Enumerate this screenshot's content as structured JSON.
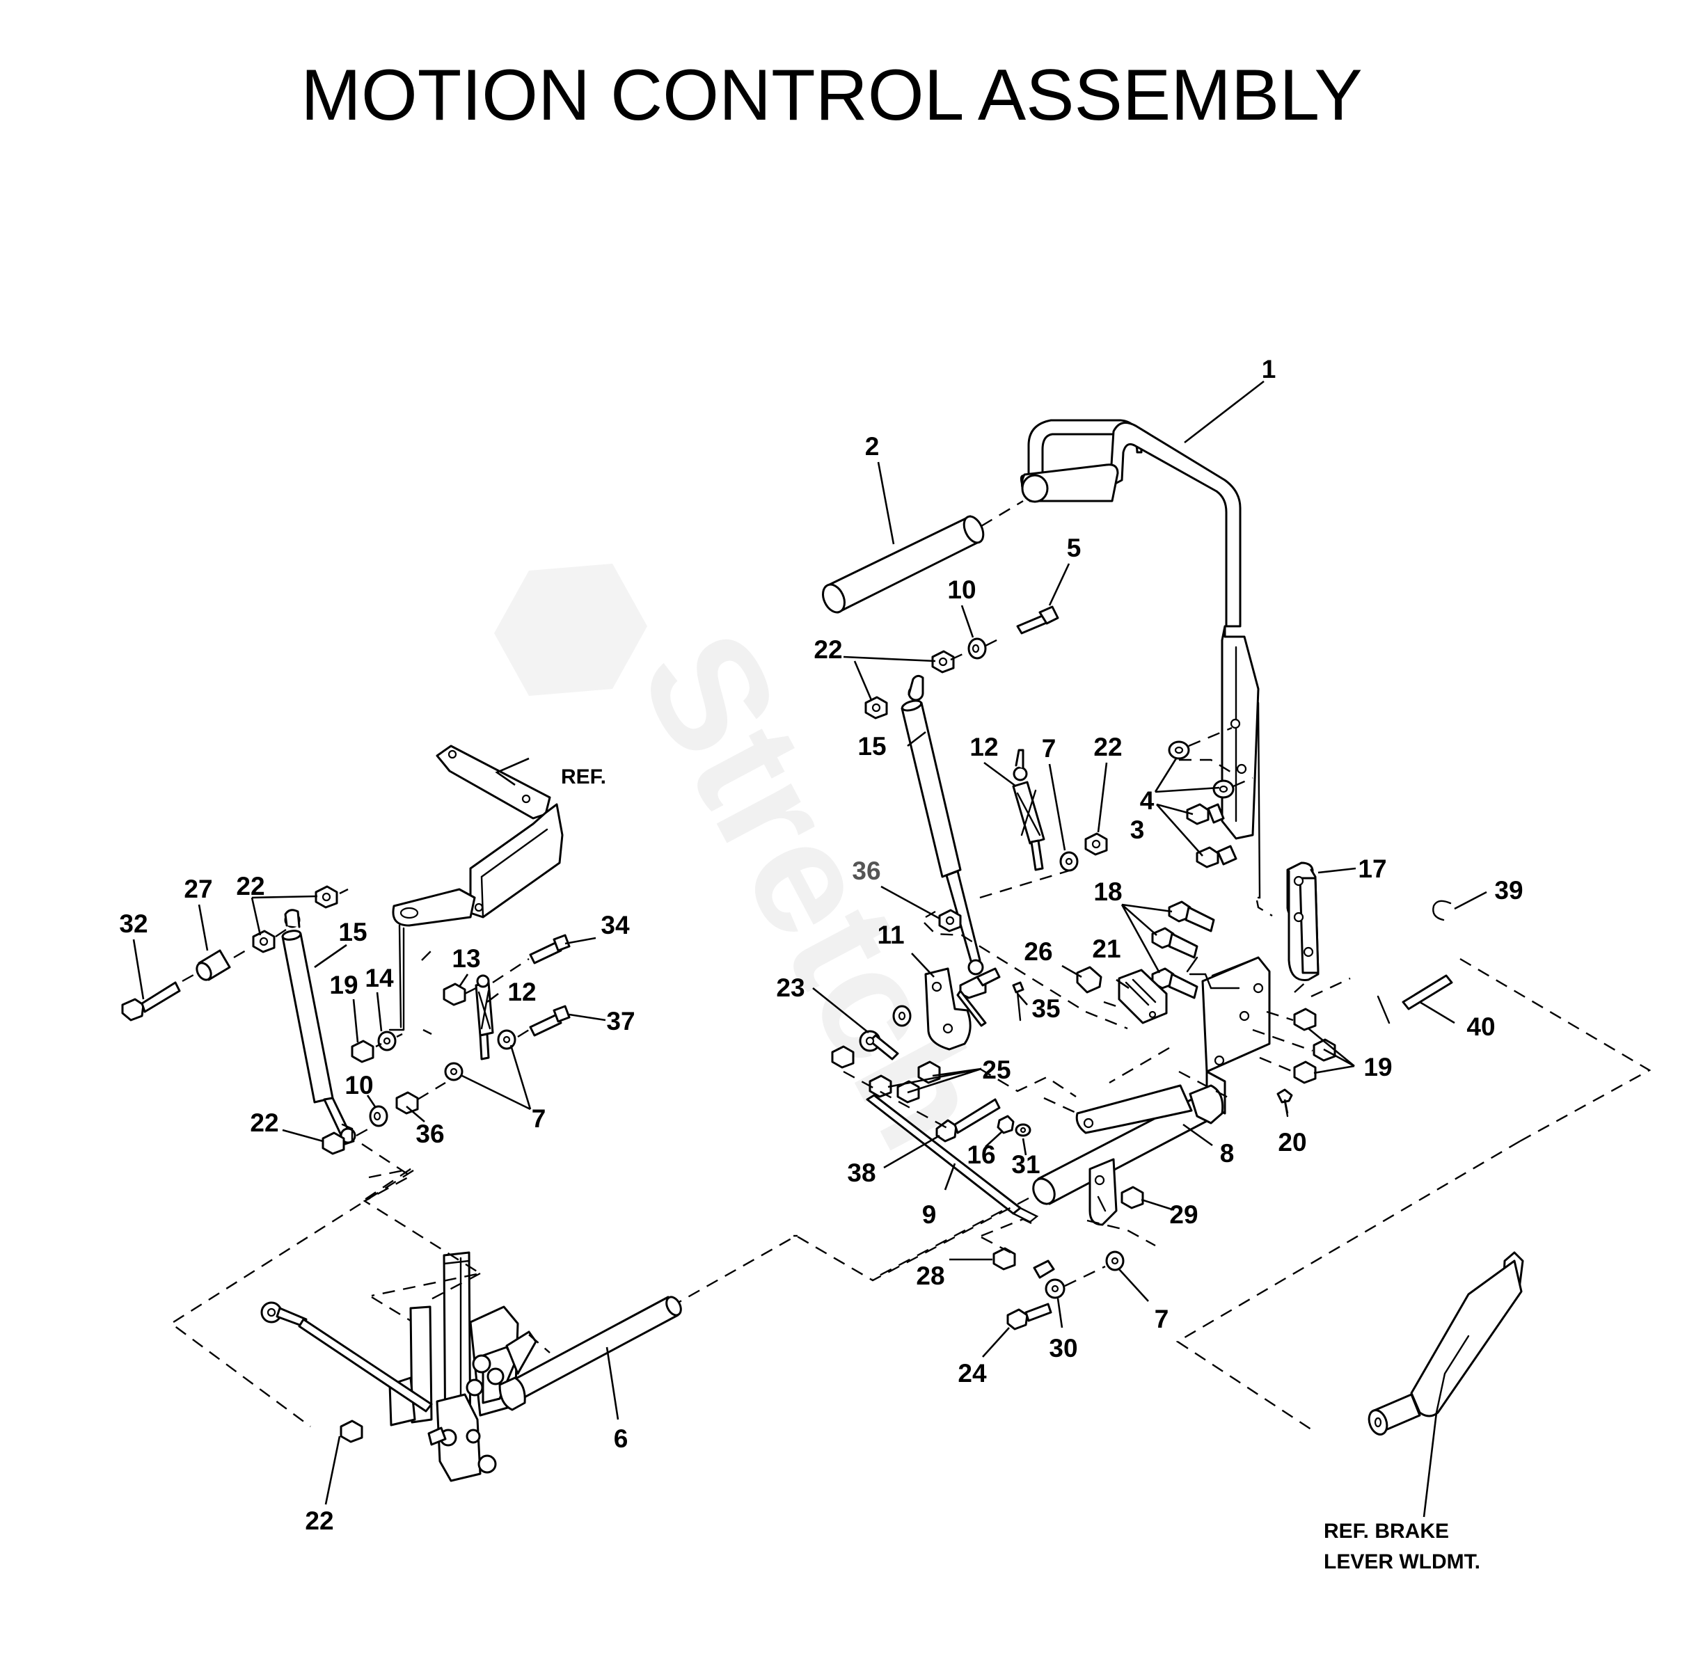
{
  "title": "MOTION CONTROL ASSEMBLY",
  "watermark": "Stretch",
  "callouts": [
    {
      "id": "c1",
      "label": "1"
    },
    {
      "id": "c2",
      "label": "2"
    },
    {
      "id": "c5",
      "label": "5"
    },
    {
      "id": "c10a",
      "label": "10"
    },
    {
      "id": "c22a",
      "label": "22"
    },
    {
      "id": "c15a",
      "label": "15"
    },
    {
      "id": "c12a",
      "label": "12"
    },
    {
      "id": "c7a",
      "label": "7"
    },
    {
      "id": "c22b",
      "label": "22"
    },
    {
      "id": "c4",
      "label": "4"
    },
    {
      "id": "c3",
      "label": "3"
    },
    {
      "id": "c17",
      "label": "17"
    },
    {
      "id": "c39",
      "label": "39"
    },
    {
      "id": "c36a",
      "label": "36"
    },
    {
      "id": "c18",
      "label": "18"
    },
    {
      "id": "c11",
      "label": "11"
    },
    {
      "id": "c26",
      "label": "26"
    },
    {
      "id": "c21",
      "label": "21"
    },
    {
      "id": "c23",
      "label": "23"
    },
    {
      "id": "c35",
      "label": "35"
    },
    {
      "id": "c40",
      "label": "40"
    },
    {
      "id": "c19a",
      "label": "19"
    },
    {
      "id": "c25",
      "label": "25"
    },
    {
      "id": "c20",
      "label": "20"
    },
    {
      "id": "c8",
      "label": "8"
    },
    {
      "id": "c16",
      "label": "16"
    },
    {
      "id": "c31",
      "label": "31"
    },
    {
      "id": "c38",
      "label": "38"
    },
    {
      "id": "c9",
      "label": "9"
    },
    {
      "id": "c29",
      "label": "29"
    },
    {
      "id": "c28",
      "label": "28"
    },
    {
      "id": "c7b",
      "label": "7"
    },
    {
      "id": "c30",
      "label": "30"
    },
    {
      "id": "c24",
      "label": "24"
    },
    {
      "id": "c22c",
      "label": "22"
    },
    {
      "id": "c27",
      "label": "27"
    },
    {
      "id": "c32",
      "label": "32"
    },
    {
      "id": "c15b",
      "label": "15"
    },
    {
      "id": "c19b",
      "label": "19"
    },
    {
      "id": "c14",
      "label": "14"
    },
    {
      "id": "c13",
      "label": "13"
    },
    {
      "id": "c12b",
      "label": "12"
    },
    {
      "id": "c34",
      "label": "34"
    },
    {
      "id": "c37",
      "label": "37"
    },
    {
      "id": "c7c",
      "label": "7"
    },
    {
      "id": "c10b",
      "label": "10"
    },
    {
      "id": "c36b",
      "label": "36"
    },
    {
      "id": "c22d",
      "label": "22"
    },
    {
      "id": "c6",
      "label": "6"
    },
    {
      "id": "c22e",
      "label": "22"
    }
  ],
  "ref_labels": {
    "ref": "REF.",
    "brake_line1": "REF. BRAKE",
    "brake_line2": "LEVER WLDMT."
  }
}
